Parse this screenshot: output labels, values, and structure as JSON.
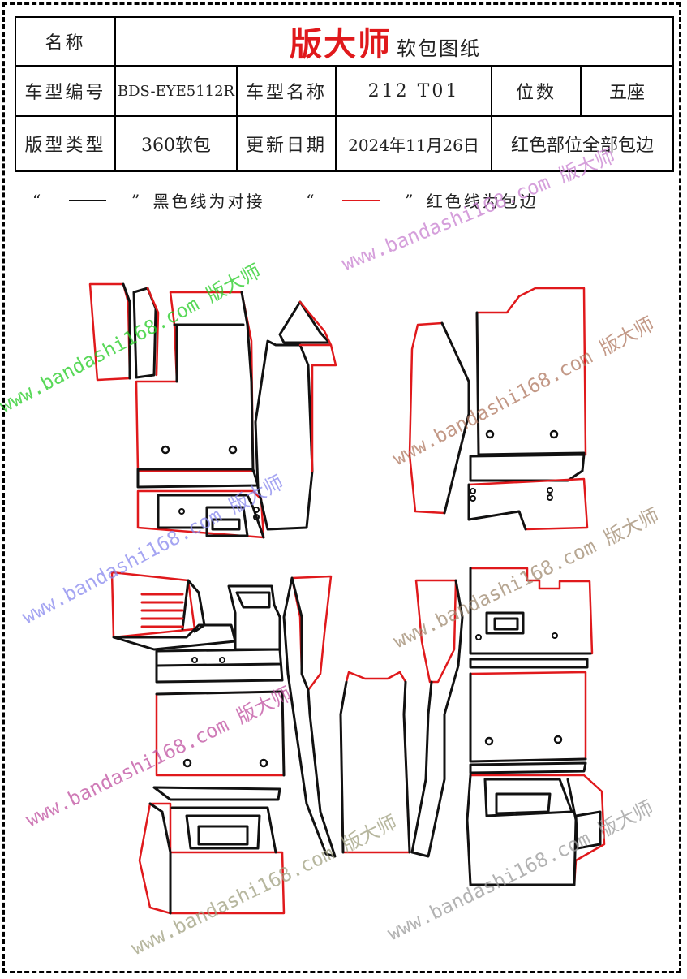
{
  "header": {
    "name_label": "名称",
    "brand": "版大师",
    "doc_title": "软包图纸"
  },
  "info": {
    "model_code_label": "车型编号",
    "model_code": "BDS-EYE5112R",
    "model_name_label": "车型名称",
    "model_name": "212 T01",
    "seats_label": "位数",
    "seats": "五座",
    "pattern_type_label": "版型类型",
    "pattern_type": "360软包",
    "update_date_label": "更新日期",
    "update_date": "2024年11月26日",
    "note": "红色部位全部包边"
  },
  "legend": {
    "open_quote": "“",
    "close_quote": "”",
    "black_text": "黑色线为对接",
    "red_text": "红色线为包边"
  },
  "watermarks": [
    {
      "text": "www.bandashi168.com 版大师",
      "color": "#22cc22"
    },
    {
      "text": "www.bandashi168.com 版大师",
      "color": "#c87fd0"
    },
    {
      "text": "www.bandashi168.com 版大师",
      "color": "#b07860"
    },
    {
      "text": "www.bandashi168.com 版大师",
      "color": "#8888ee"
    },
    {
      "text": "www.bandashi168.com 版大师",
      "color": "#a08a70"
    },
    {
      "text": "www.bandashi168.com 版大师",
      "color": "#c050a0"
    },
    {
      "text": "www.bandashi168.com 版大师",
      "color": "#a0a080"
    },
    {
      "text": "www.bandashi168.com 版大师",
      "color": "#9a9a9a"
    }
  ],
  "colors": {
    "edge": "#e0191c",
    "seam": "#111111"
  }
}
